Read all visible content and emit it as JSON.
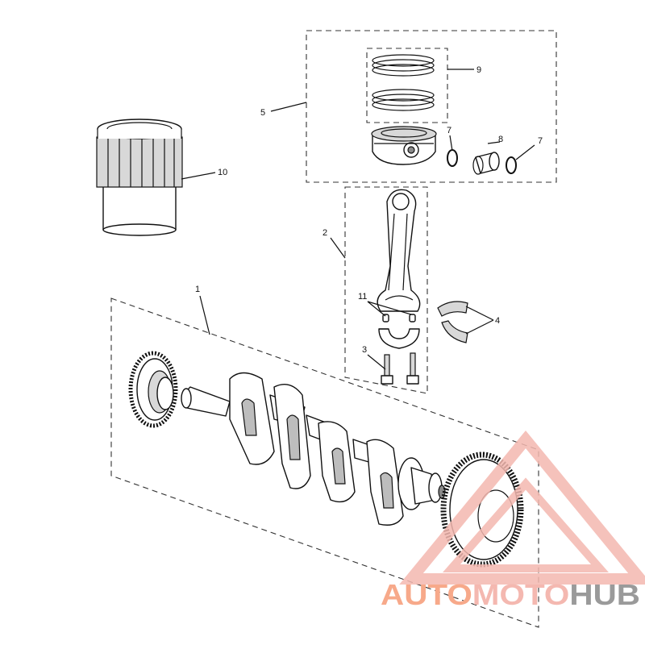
{
  "callouts": {
    "c1": "1",
    "c2": "2",
    "c3": "3",
    "c4": "4",
    "c5": "5",
    "c7a": "7",
    "c7b": "7",
    "c8": "8",
    "c9": "9",
    "c10": "10",
    "c11": "11"
  },
  "watermark": {
    "part1": "AUTO",
    "part2": "MOTO",
    "part3": "HUB",
    "color_primary": "#f4b8b0",
    "color_secondary": "#f7a98a",
    "color_accent": "#9a9a9a"
  }
}
